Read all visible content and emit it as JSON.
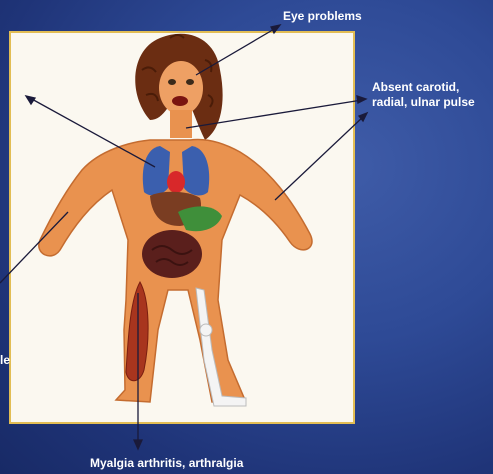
{
  "labels": {
    "eye": "Eye problems",
    "pulse": "Absent carotid, radial, ulnar pulse",
    "left": "le",
    "bottom": "Myalgia arthritis, arthralgia"
  },
  "colors": {
    "background": "#2e4a96",
    "frame_border": "#e2bd54",
    "skin": "#e9924f",
    "hair": "#6b2d12",
    "lungs": "#3b5fae",
    "heart": "#d8282a",
    "liver": "#7a3d22",
    "stomach": "#3f8f3a",
    "intestines": "#5a1f1c",
    "muscle": "#a8351e",
    "bone": "#f4f4f4"
  }
}
